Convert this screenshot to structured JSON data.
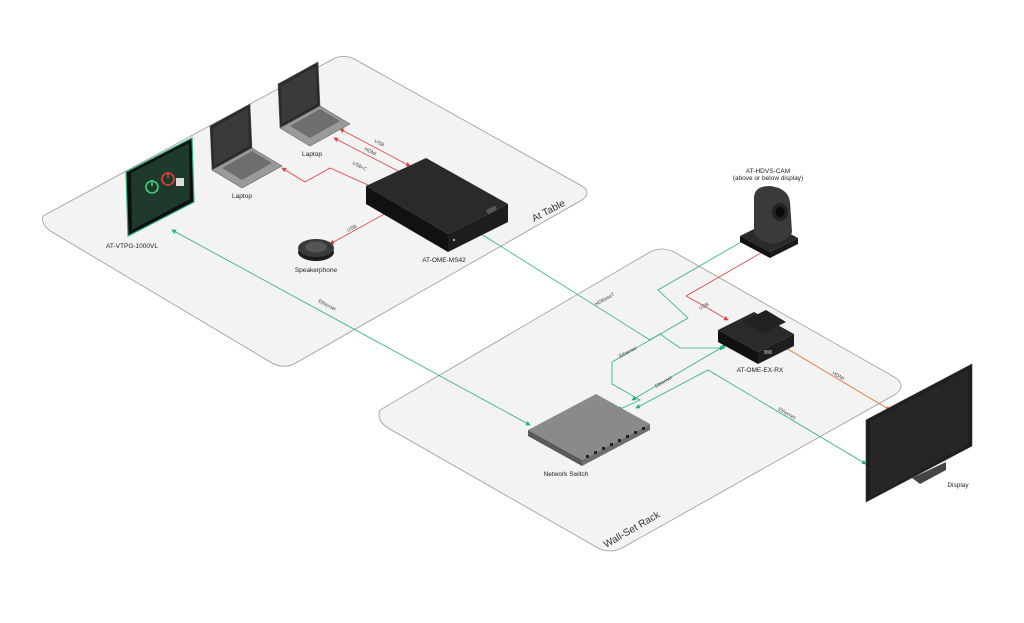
{
  "zones": {
    "table": "At Table",
    "rack": "Wall-Set Rack"
  },
  "devices": {
    "touch_panel": "AT-VTPG-1000VL",
    "laptop_left": "Laptop",
    "laptop_right": "Laptop",
    "switcher": "AT-OME-MS42",
    "speakerphone": "Speakerphone",
    "camera_name": "AT-HDVS-CAM",
    "camera_note": "(above or below display)",
    "receiver": "AT-OME-EX-RX",
    "network_switch": "Network Switch",
    "display": "Display"
  },
  "connections": {
    "usb_laptop": "USB",
    "hdmi_laptop": "HDMI",
    "usbc_laptop": "USB-C",
    "usb_speaker": "USB",
    "ethernet_panel": "Ethernet",
    "hdbaset": "HDBaseT",
    "ethernet_cam": "Ethernet",
    "usb_cam": "USB",
    "ethernet_rx": "Ethernet",
    "hdmi_display": "HDMI",
    "ethernet_display": "Ethernet"
  },
  "colors": {
    "ethernet": "#2bb07a",
    "usb_hdmi": "#e0413a",
    "hdmi_display": "#e86a2a",
    "device_dark": "#1a1a1a",
    "zone_fill": "#f3f3f3",
    "zone_border": "#9a9a9a"
  }
}
